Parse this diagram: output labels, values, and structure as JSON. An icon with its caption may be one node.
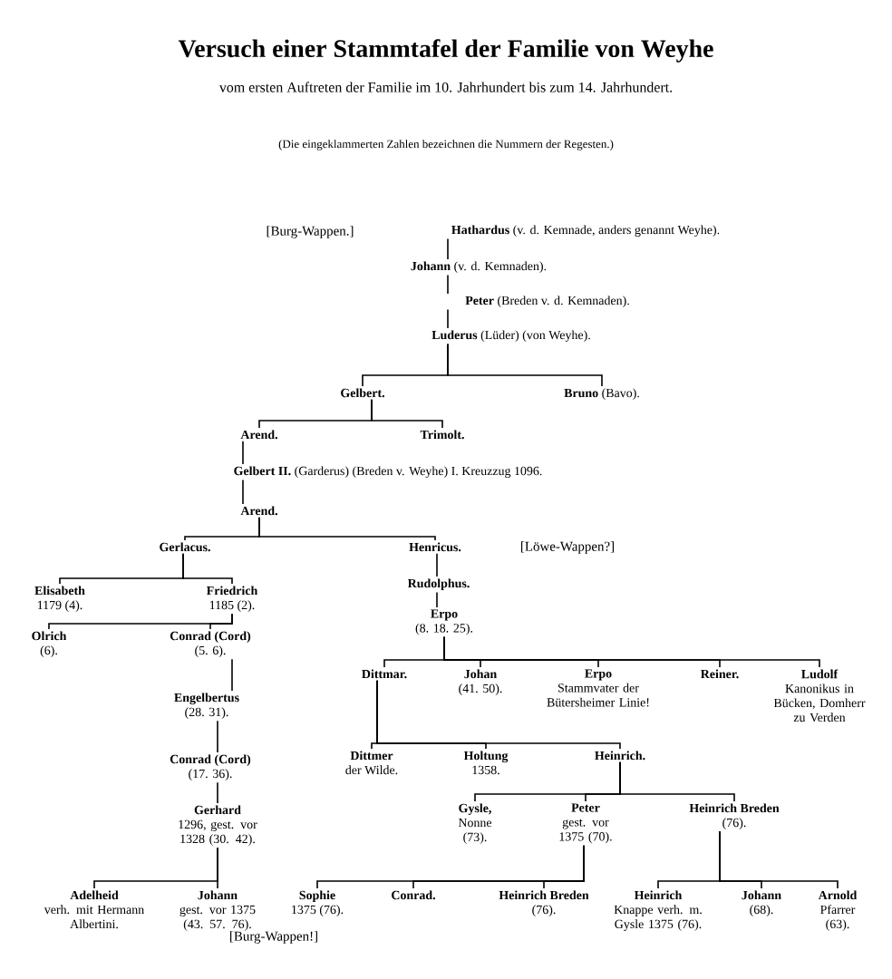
{
  "diagram": {
    "title": "Versuch einer Stammtafel der Familie von Weyhe",
    "nodes": [
      {
        "text": [
          "**Hathardus** (v. d. Kemnade, anders genannt Weyhe)."
        ]
      },
      {
        "text": [
          "**Johann** (v. d. Kemnaden)."
        ]
      },
      {
        "text": [
          "**Peter** (Breden v. d. Kemnaden)."
        ]
      },
      {
        "text": [
          "**Luderus** (Lüder) (von Weyhe)."
        ]
      },
      {
        "text": [
          "Gelbert."
        ]
      },
      {
        "text": [
          "**Bruno** (Bavo)."
        ]
      },
      {
        "text": [
          "Arend."
        ]
      },
      {
        "text": [
          "Trimolt."
        ]
      },
      {
        "text": [
          "**Gelbert II.** (Garderus) (Breden v. Weyhe) I. Kreuzzug 1096."
        ]
      },
      {
        "text": [
          "Arend."
        ]
      },
      {
        "text": [
          "Gerlacus."
        ]
      },
      {
        "text": [
          "Henricus."
        ]
      },
      {
        "text": [
          "Elisabeth",
          "1179 (4)."
        ]
      },
      {
        "text": [
          "Friedrich",
          "1185 (2)."
        ]
      },
      {
        "text": [
          "Olrich",
          "(6)."
        ]
      },
      {
        "text": [
          "Conrad (Cord)",
          "(5. 6)."
        ]
      },
      {
        "text": [
          "Engelbertus",
          "(28. 31)."
        ]
      },
      {
        "text": [
          "Conrad (Cord)",
          "(17. 36)."
        ]
      },
      {
        "text": [
          "Gerhard",
          "1296, gest. vor 1328 (30. 42)."
        ]
      },
      {
        "text": [
          "Adelheid",
          "verh. mit Hermann Albertini."
        ]
      },
      {
        "text": [
          "Johann",
          "gest. vor 1375 (43. 57. 76)."
        ]
      },
      {
        "text": [
          "Rudolphus."
        ]
      },
      {
        "text": [
          "Erpo",
          "(8. 18. 25)."
        ]
      },
      {
        "text": [
          "Dittmar."
        ]
      },
      {
        "text": [
          "Johan",
          "(41. 50)."
        ]
      },
      {
        "text": [
          "Erpo",
          "Stammvater der Bütersheimer Linie!"
        ]
      },
      {
        "text": [
          "Reiner."
        ]
      },
      {
        "text": [
          "Ludolf",
          "Kanonikus in Bücken, Domherr zu Verden"
        ]
      },
      {
        "text": [
          "Dittmer",
          "der Wilde."
        ]
      },
      {
        "text": [
          "Holtung",
          "1358."
        ]
      },
      {
        "text": [
          "Heinrich."
        ]
      },
      {
        "text": [
          "Gysle,",
          "Nonne (73)."
        ]
      },
      {
        "text": [
          "Peter",
          "gest. vor 1375 (70)."
        ]
      },
      {
        "text": [
          "Heinrich Breden",
          "(76)."
        ]
      },
      {
        "text": [
          "Sophie",
          "1375 (76)."
        ]
      },
      {
        "text": [
          "Conrad."
        ]
      },
      {
        "text": [
          "Heinrich Breden",
          "(76)."
        ]
      },
      {
        "text": [
          "Heinrich",
          "Knappe verh. m. Gysle 1375 (76)."
        ]
      },
      {
        "text": [
          "Johann",
          "(68)."
        ]
      },
      {
        "text": [
          "Arnold",
          "Pfarrer (63)."
        ]
      }
    ],
    "edges": [
      {
        "from": 0,
        "to": 1,
        "arrow": "none"
      },
      {
        "from": 1,
        "to": 2,
        "arrow": "none"
      },
      {
        "from": 2,
        "to": 3,
        "arrow": "none"
      },
      {
        "from": 3,
        "to": 4,
        "arrow": "none"
      },
      {
        "from": 3,
        "to": 5,
        "arrow": "none"
      },
      {
        "from": 4,
        "to": 6,
        "arrow": "none"
      },
      {
        "from": 4,
        "to": 7,
        "arrow": "none"
      },
      {
        "from": 6,
        "to": 8,
        "arrow": "none"
      },
      {
        "from": 8,
        "to": 9,
        "arrow": "none"
      },
      {
        "from": 9,
        "to": 10,
        "arrow": "none"
      },
      {
        "from": 9,
        "to": 11,
        "arrow": "none"
      },
      {
        "from": 10,
        "to": 12,
        "arrow": "none"
      },
      {
        "from": 10,
        "to": 13,
        "arrow": "none"
      },
      {
        "from": 13,
        "to": 14,
        "arrow": "none"
      },
      {
        "from": 13,
        "to": 15,
        "arrow": "none"
      },
      {
        "from": 15,
        "to": 16,
        "arrow": "none"
      },
      {
        "from": 16,
        "to": 17,
        "arrow": "none"
      },
      {
        "from": 17,
        "to": 18,
        "arrow": "none"
      },
      {
        "from": 18,
        "to": 19,
        "arrow": "none"
      },
      {
        "from": 18,
        "to": 20,
        "arrow": "none"
      },
      {
        "from": 11,
        "to": 21,
        "arrow": "none"
      },
      {
        "from": 21,
        "to": 22,
        "arrow": "none"
      },
      {
        "from": 22,
        "to": 23,
        "arrow": "none"
      },
      {
        "from": 22,
        "to": 24,
        "arrow": "none"
      },
      {
        "from": 22,
        "to": 25,
        "arrow": "none"
      },
      {
        "from": 22,
        "to": 26,
        "arrow": "none"
      },
      {
        "from": 22,
        "to": 27,
        "arrow": "none"
      },
      {
        "from": 23,
        "to": 28,
        "arrow": "none"
      },
      {
        "from": 23,
        "to": 29,
        "arrow": "none"
      },
      {
        "from": 23,
        "to": 30,
        "arrow": "none"
      },
      {
        "from": 30,
        "to": 31,
        "arrow": "none"
      },
      {
        "from": 30,
        "to": 32,
        "arrow": "none"
      },
      {
        "from": 30,
        "to": 33,
        "arrow": "none"
      },
      {
        "from": 32,
        "to": 34,
        "arrow": "none"
      },
      {
        "from": 32,
        "to": 35,
        "arrow": "none"
      },
      {
        "from": 32,
        "to": 36,
        "arrow": "none"
      },
      {
        "from": 33,
        "to": 37,
        "arrow": "none"
      },
      {
        "from": 33,
        "to": 38,
        "arrow": "none"
      },
      {
        "from": 33,
        "to": 39,
        "arrow": "none"
      }
    ],
    "labels": [
      "vom ersten Auftreten der Familie im 10. Jahrhundert bis zum 14. Jahrhundert.",
      "(Die eingeklammerten Zahlen bezeichnen die Nummern der Regesten.)",
      "[Burg-Wappen.]",
      "[Löwe-Wappen?]",
      "[Burg-Wappen!]"
    ]
  }
}
